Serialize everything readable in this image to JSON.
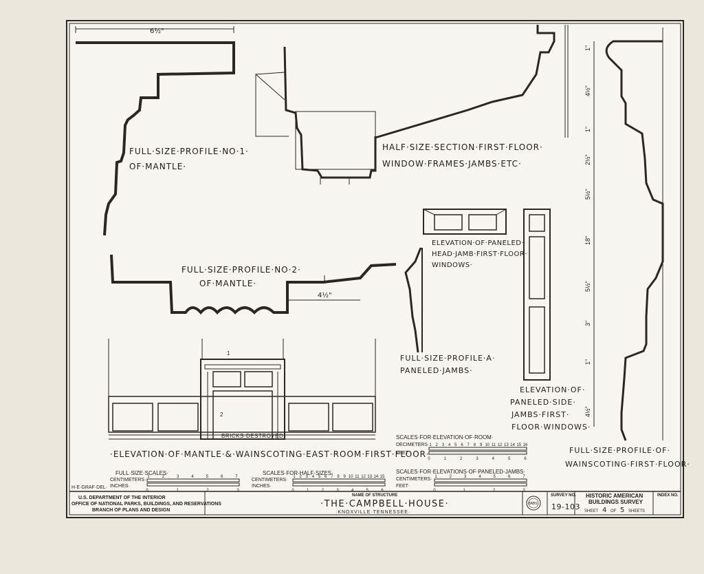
{
  "drawings": {
    "mantle_profile_1": {
      "title_line1": "FULL·SIZE·PROFILE·NO·1·",
      "title_line2": "OF·MANTLE·",
      "dimension": "6½\""
    },
    "mantle_profile_2": {
      "title_line1": "FULL·SIZE·PROFILE·NO·2·",
      "title_line2": "OF·MANTLE·",
      "dimension": "4½\""
    },
    "window_section": {
      "title_line1": "HALF·SIZE·SECTION·FIRST·FLOOR·",
      "title_line2": "WINDOW·FRAMES·JAMBS·ETC·"
    },
    "head_jamb": {
      "title_line1": "ELEVATION·OF·PANELED·",
      "title_line2": "HEAD·JAMB·FIRST·FLOOR·",
      "title_line3": "WINDOWS·"
    },
    "profile_a": {
      "title_line1": "FULL·SIZE·PROFILE·A·",
      "title_line2": "PANELED·JAMBS·"
    },
    "side_jambs": {
      "title_line1": "ELEVATION·OF·",
      "title_line2": "PANELED·SIDE·",
      "title_line3": "JAMBS·FIRST·",
      "title_line4": "FLOOR·WINDOWS·"
    },
    "wainscoting_profile": {
      "title_line1": "FULL·SIZE·PROFILE·OF·",
      "title_line2": "WAINSCOTING·FIRST·FLOOR·",
      "dimensions": [
        "1\"",
        "4½\"",
        "1\"",
        "2½\"",
        "5½\"",
        "18\"",
        "5½\"",
        "3\"",
        "1\"",
        "4½\""
      ]
    },
    "mantle_elevation": {
      "title": "·ELEVATION·OF·MANTLE·&·WAINSCOTING·EAST·ROOM·FIRST·FLOOR·",
      "note": "BRICKS·DESTROYED",
      "mark_1": "1",
      "mark_2": "2"
    }
  },
  "scales": {
    "full_size": {
      "title": "FULL·SIZE·SCALES·",
      "row1": "CENTIMETERS·",
      "row2": "INCHES·",
      "cm_ticks": [
        "1",
        "2",
        "3",
        "4",
        "5",
        "6",
        "7"
      ],
      "in_ticks": [
        "0",
        "1",
        "2",
        "3"
      ]
    },
    "half_size": {
      "title": "SCALES·FOR·HALF·SIZES·",
      "row1": "CENTIMETERS·",
      "row2": "INCHES·",
      "cm_ticks": [
        "1",
        "2",
        "3",
        "4",
        "5",
        "6",
        "7",
        "8",
        "9",
        "10",
        "11",
        "12",
        "13",
        "14",
        "15"
      ],
      "in_ticks": [
        "0",
        "1",
        "2",
        "3",
        "4",
        "5",
        "6"
      ]
    },
    "elevation_room": {
      "title": "SCALES·FOR·ELEVATION·OF·ROOM·",
      "row1": "DECIMETERS·",
      "row2": "FEET·",
      "dm_ticks": [
        "1",
        "2",
        "3",
        "4",
        "5",
        "6",
        "7",
        "8",
        "9",
        "10",
        "11",
        "12",
        "13",
        "14",
        "15",
        "16"
      ],
      "ft_ticks": [
        "0",
        "1",
        "2",
        "3",
        "4",
        "5",
        "6"
      ]
    },
    "paneled_jambs": {
      "title": "SCALES·FOR·ELEVATIONS·OF·PANELED·JAMBS·",
      "row1": "CENTIMETERS·",
      "row2": "FEET·",
      "cm_ticks": [
        "1",
        "2",
        "3",
        "4",
        "5",
        "6",
        "7"
      ],
      "ft_ticks": [
        "0",
        "1",
        "2",
        "3"
      ]
    }
  },
  "title_block": {
    "delineator": "H·E·GRAF·DEL·",
    "agency_line1": "U.S. DEPARTMENT OF THE INTERIOR",
    "agency_line2": "OFFICE OF NATIONAL PARKS, BUILDINGS, AND RESERVATIONS",
    "agency_line3": "BRANCH OF PLANS AND DESIGN",
    "name_label": "NAME OF STRUCTURE",
    "structure_name": "·THE·CAMPBELL·HOUSE·",
    "location": "·KNOXVILLE·TENNESSEE·",
    "seal_text": "HABS",
    "survey_label": "SURVEY NO.",
    "survey_no": "19-103",
    "survey_title_line1": "HISTORIC AMERICAN",
    "survey_title_line2": "BUILDINGS SURVEY",
    "sheet_word": "SHEET",
    "sheet_number": "4",
    "of_word": "OF",
    "sheet_total": "5",
    "sheets_word": "SHEETS",
    "index_label": "INDEX NO."
  }
}
